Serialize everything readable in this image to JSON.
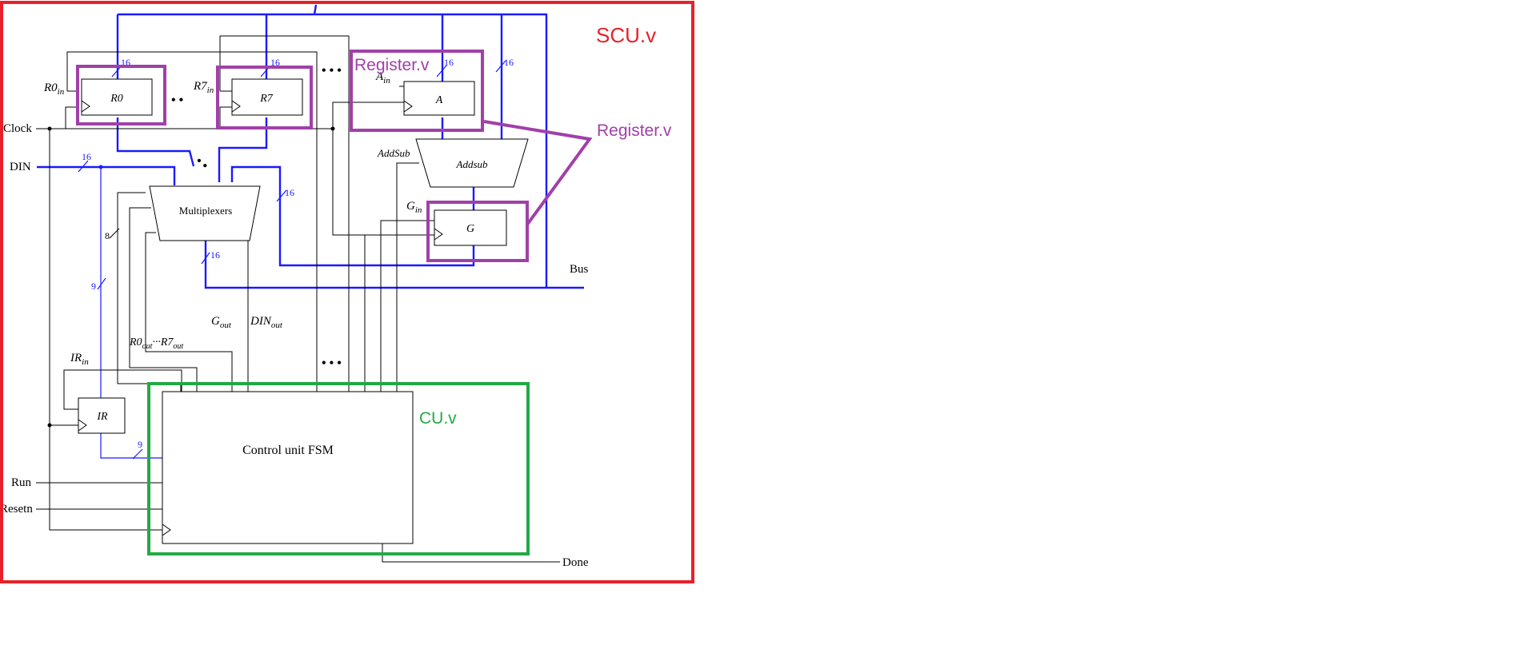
{
  "colors": {
    "module_scu": "#e8202a",
    "module_cu": "#22aa44",
    "module_register": "#a040a8",
    "bus_wire": "#1a1aff",
    "control_wire": "#000000"
  },
  "modules": {
    "scu_label": "SCU.v",
    "cu_label": "CU.v",
    "register_label_top": "Register.v",
    "register_label_side": "Register.v"
  },
  "blocks": {
    "r0": "R0",
    "r7": "R7",
    "a": "A",
    "g": "G",
    "ir": "IR",
    "addsub": "Addsub",
    "mux": "Multiplexers",
    "fsm": "Control unit FSM"
  },
  "inputs": {
    "clock": "Clock",
    "din": "DIN",
    "run": "Run",
    "resetn": "Resetn"
  },
  "outputs": {
    "bus": "Bus",
    "done": "Done"
  },
  "signals": {
    "r0_in": {
      "base": "R0",
      "sub": "in"
    },
    "r7_in": {
      "base": "R7",
      "sub": "in"
    },
    "a_in": {
      "base": "A",
      "sub": "in"
    },
    "g_in": {
      "base": "G",
      "sub": "in"
    },
    "ir_in": {
      "base": "IR",
      "sub": "in"
    },
    "g_out": {
      "base": "G",
      "sub": "out"
    },
    "din_out": {
      "base": "DIN",
      "sub": "out"
    },
    "r0_out": {
      "base": "R0",
      "sub": "out"
    },
    "r7_out": {
      "base": "R7",
      "sub": "out"
    },
    "ellipsis": "···",
    "addsub": "AddSub"
  },
  "widths": {
    "w16": "16",
    "w8": "8",
    "w9": "9"
  },
  "ellipses": {
    "dots2": "• •",
    "dots3": "• • •"
  }
}
